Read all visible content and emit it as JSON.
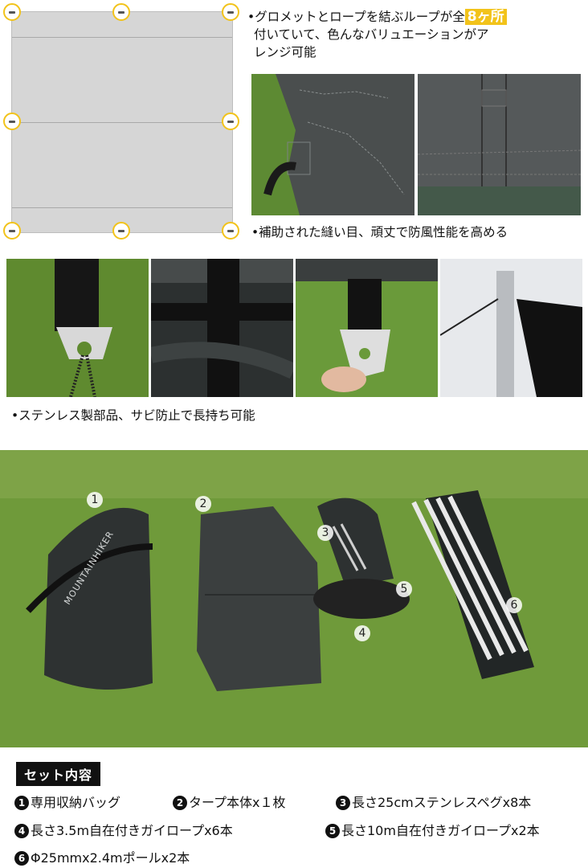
{
  "feature_loops": {
    "text_before": "•グロメットとロープを結ぶループが全",
    "highlight": "8ヶ所",
    "text_after": "付いていて、色んなバリュエーションがアレンジ可能"
  },
  "feature_stitch": {
    "text": "•補助された縫い目、頑丈で防風性能を高める"
  },
  "feature_stainless": {
    "text": "•ステンレス製部品、サビ防止で長持ち可能"
  },
  "product_photo": {
    "labels": [
      "1",
      "2",
      "3",
      "4",
      "5",
      "6"
    ],
    "bag_print": "MOUNTAINHIKER"
  },
  "set_contents": {
    "title": "セット内容",
    "items": [
      {
        "num": "1",
        "text": "専用収納バッグ"
      },
      {
        "num": "2",
        "text": "タープ本体x１枚"
      },
      {
        "num": "3",
        "text": "長さ25cmステンレスペグx8本"
      },
      {
        "num": "4",
        "text": "長さ3.5m自在付きガイロープx6本"
      },
      {
        "num": "5",
        "text": "長さ10m自在付きガイロープx2本"
      },
      {
        "num": "6",
        "text": "Φ25mmx2.4mポールx2本"
      }
    ]
  },
  "colors": {
    "accent": "#f2c31a",
    "grass": "#6f9a3a",
    "fabric": "#3b3f3f"
  }
}
